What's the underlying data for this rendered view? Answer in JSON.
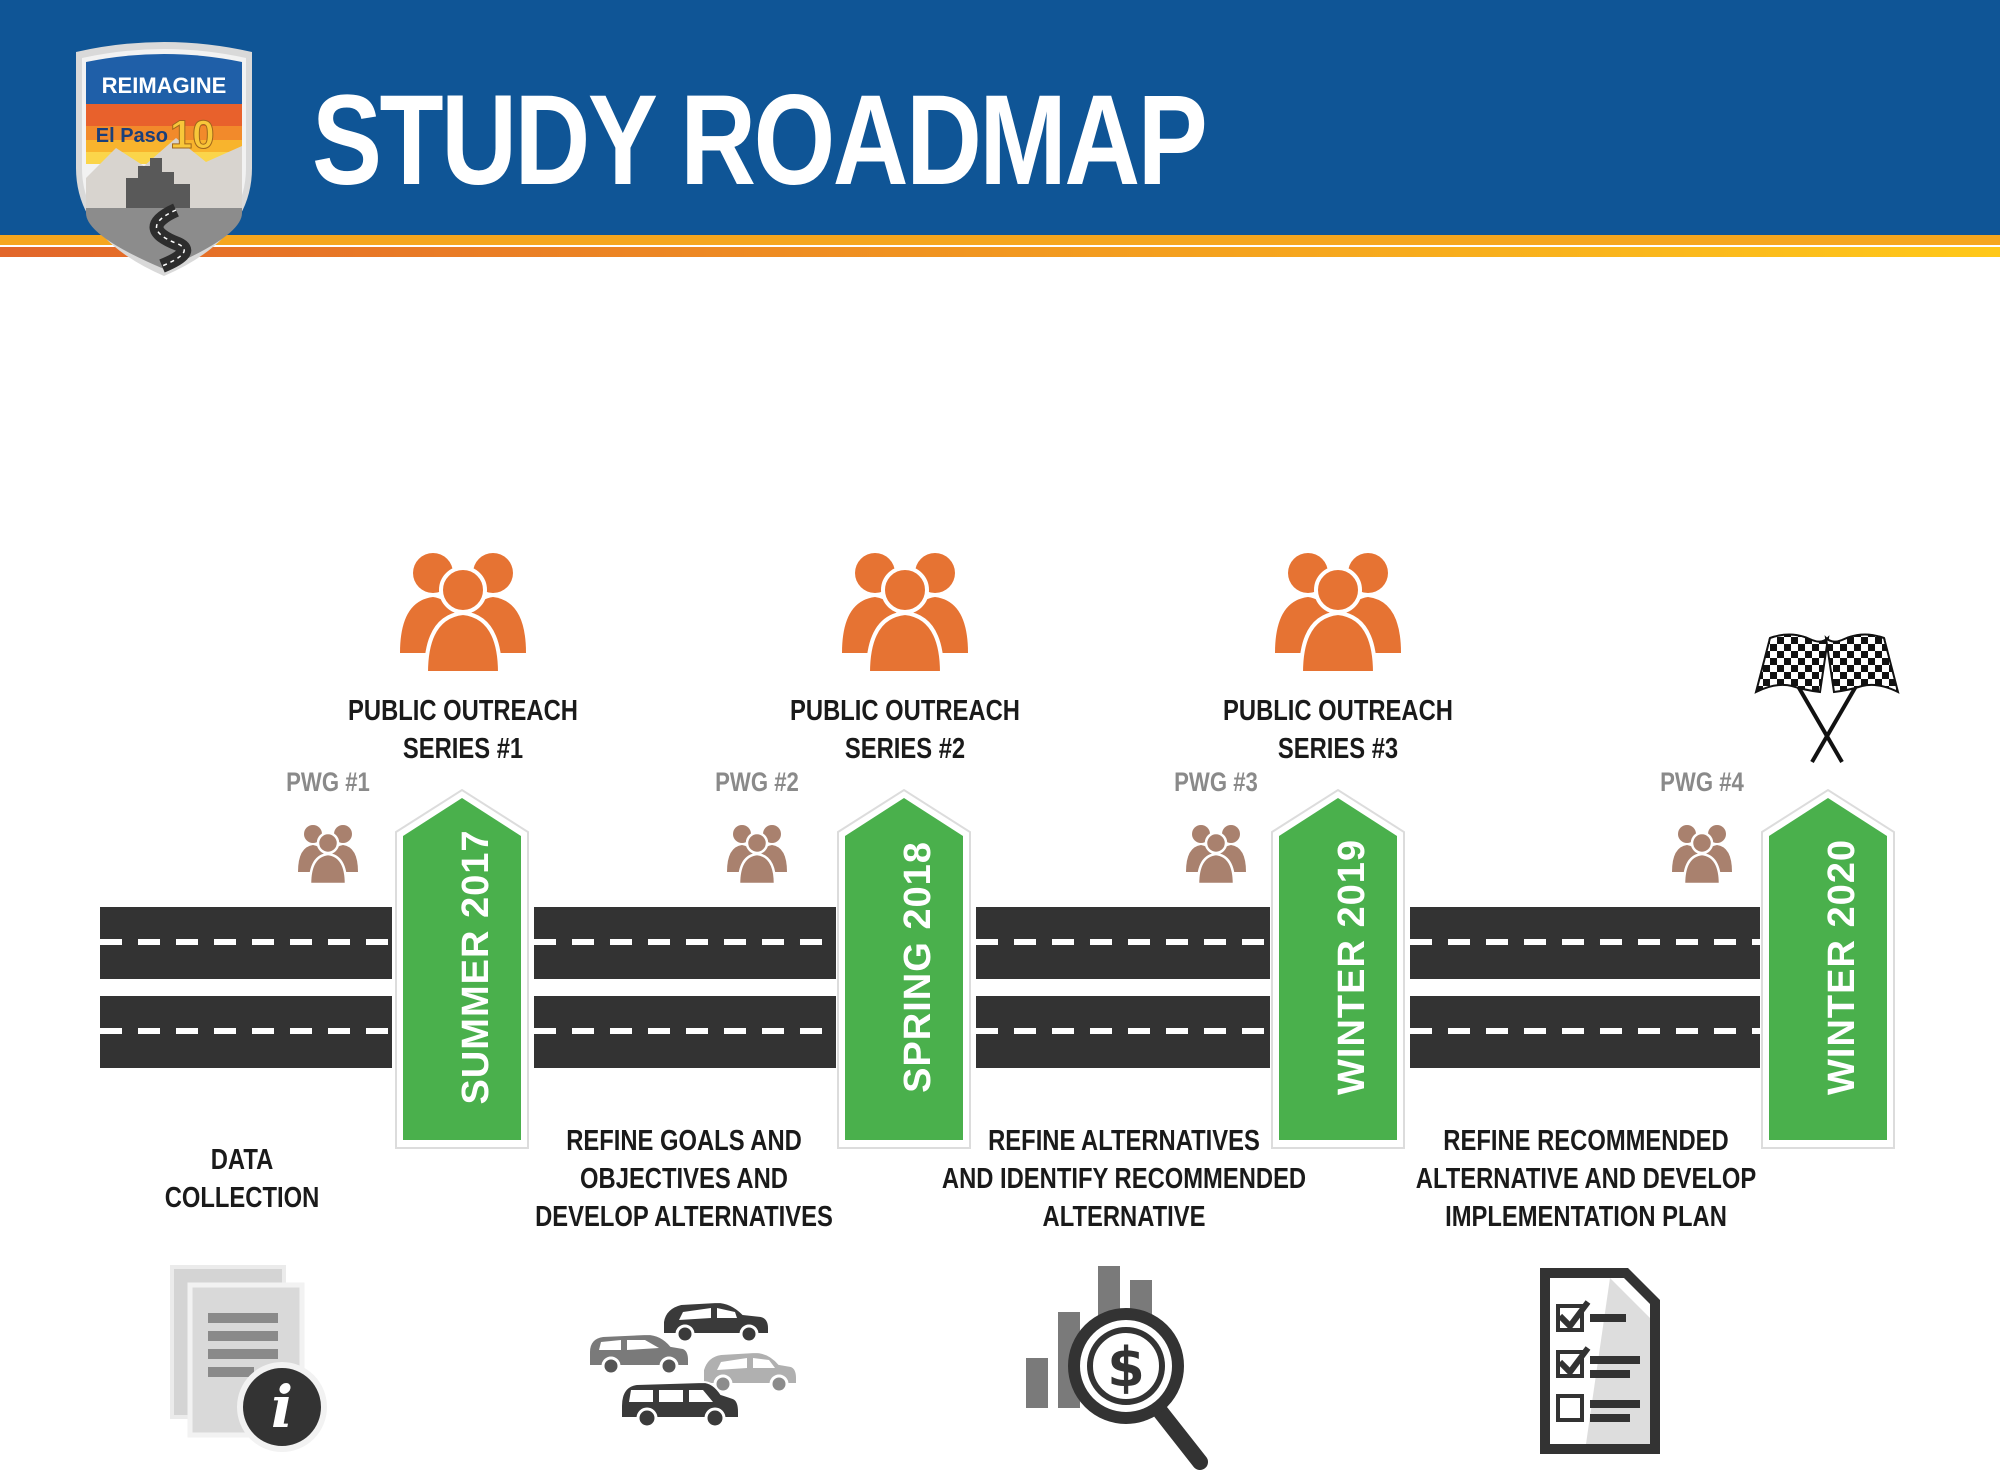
{
  "header": {
    "title": "STUDY ROADMAP",
    "logo": {
      "top_text": "REIMAGINE",
      "city": "El Paso",
      "route": "10"
    }
  },
  "colors": {
    "header_blue": "#0f5596",
    "milestone_green": "#4ab04c",
    "outreach_orange": "#e67333",
    "pwg_brown": "#a9816e",
    "road": "#333333"
  },
  "outreach": [
    {
      "line1": "PUBLIC OUTREACH",
      "line2": "SERIES #1",
      "icon": "people-group-icon"
    },
    {
      "line1": "PUBLIC OUTREACH",
      "line2": "SERIES #2",
      "icon": "people-group-icon"
    },
    {
      "line1": "PUBLIC OUTREACH",
      "line2": "SERIES #3",
      "icon": "people-group-icon"
    }
  ],
  "pwg": [
    {
      "label": "PWG #1",
      "icon": "small-group-icon"
    },
    {
      "label": "PWG #2",
      "icon": "small-group-icon"
    },
    {
      "label": "PWG #3",
      "icon": "small-group-icon"
    },
    {
      "label": "PWG #4",
      "icon": "small-group-icon"
    }
  ],
  "milestones": [
    {
      "label": "SUMMER 2017"
    },
    {
      "label": "SPRING 2018"
    },
    {
      "label": "WINTER 2019"
    },
    {
      "label": "WINTER 2020"
    }
  ],
  "finish_icon": "checkered-flags-icon",
  "phases": [
    {
      "lines": [
        "DATA",
        "COLLECTION"
      ],
      "icon": "documents-info-icon"
    },
    {
      "lines": [
        "REFINE GOALS AND",
        "OBJECTIVES AND",
        "DEVELOP ALTERNATIVES"
      ],
      "icon": "vehicles-icon"
    },
    {
      "lines": [
        "REFINE ALTERNATIVES",
        "AND IDENTIFY RECOMMENDED",
        "ALTERNATIVE"
      ],
      "icon": "cost-analysis-icon"
    },
    {
      "lines": [
        "REFINE RECOMMENDED",
        "ALTERNATIVE AND DEVELOP",
        "IMPLEMENTATION PLAN"
      ],
      "icon": "checklist-icon"
    }
  ]
}
